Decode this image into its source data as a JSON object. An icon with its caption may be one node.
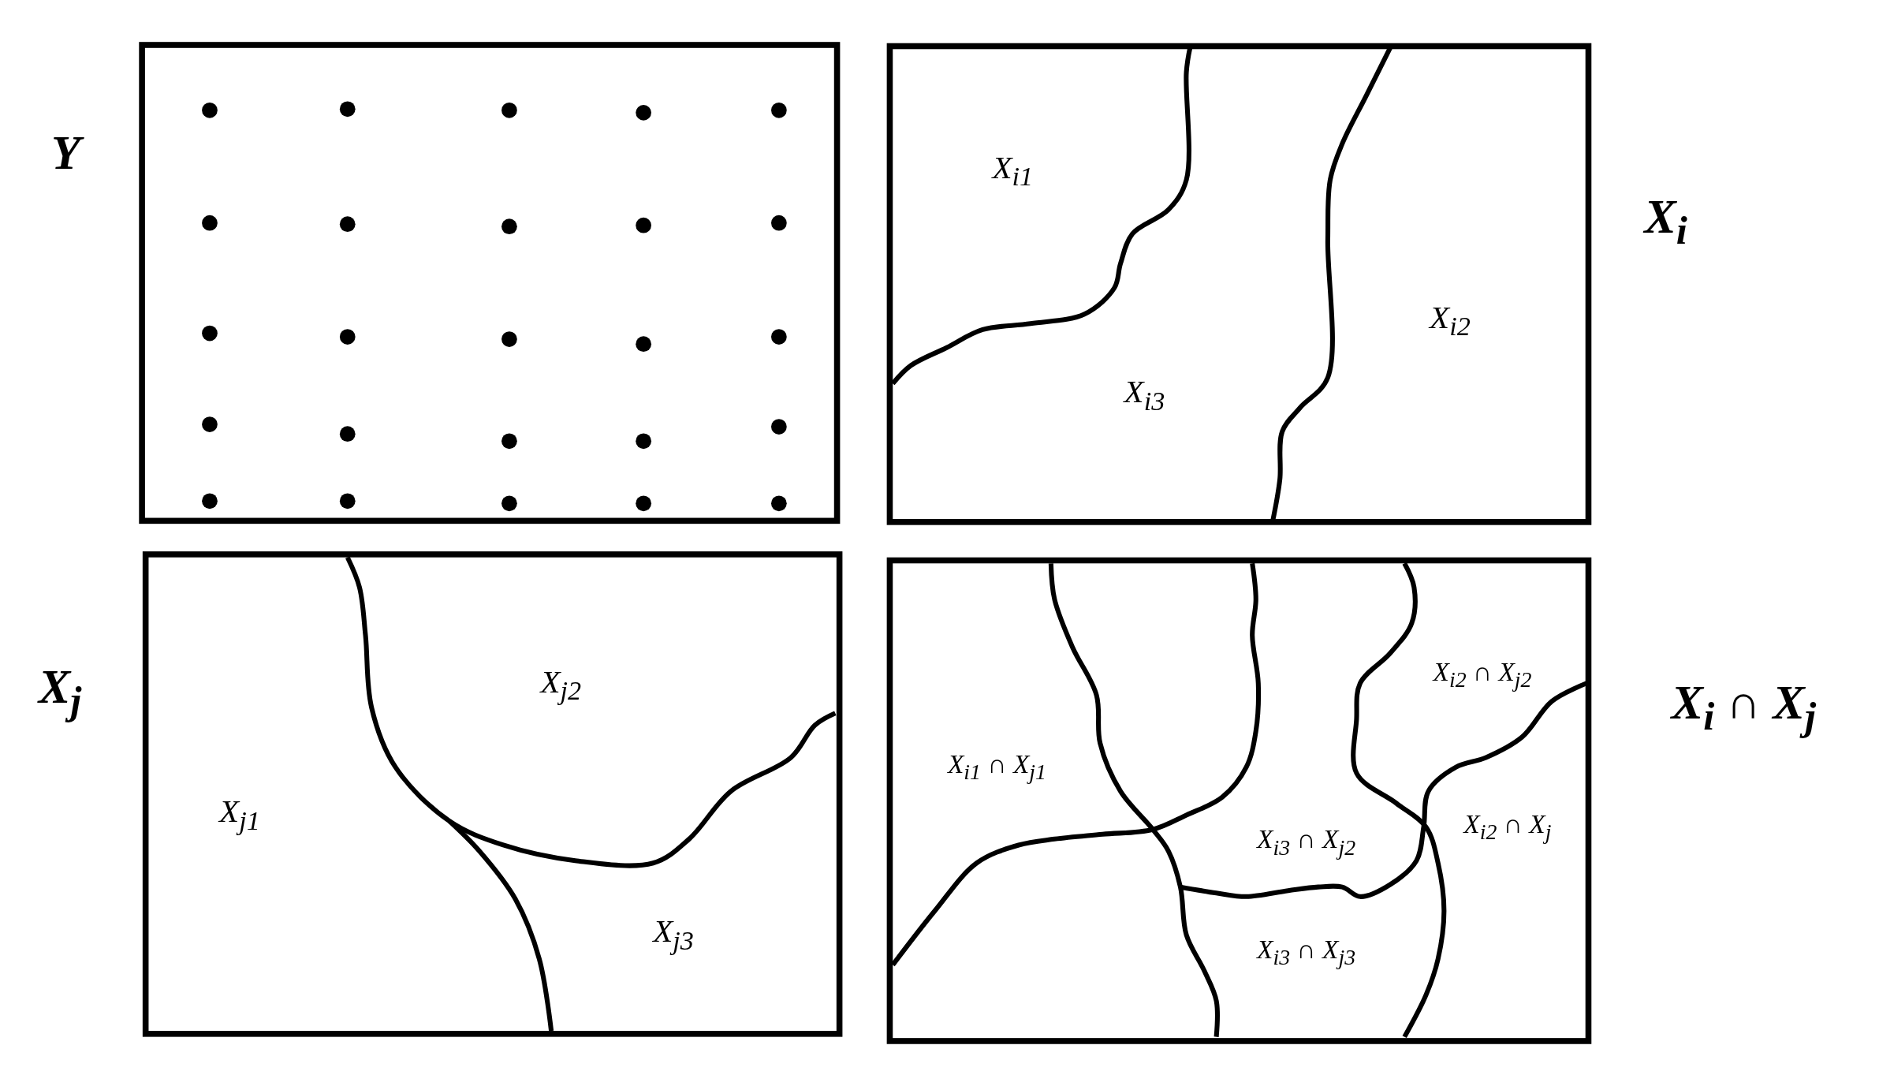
{
  "diagram": {
    "nodes": [
      {
        "text": [],
        "shape": "box",
        "beside": [
          "Y"
        ]
      },
      {
        "text": [],
        "shape": "box",
        "beside": [
          "X$_{i}$"
        ]
      },
      {
        "text": [],
        "shape": "box",
        "beside": [
          "X$_{j}$"
        ]
      },
      {
        "text": [],
        "shape": "box",
        "beside": [
          "X$_{i}$ ∩ X$_{j}$"
        ]
      }
    ],
    "labels": [
      "X$_{i1}$",
      "X$_{i2}$",
      "X$_{i3}$",
      "X$_{j2}$",
      "X$_{j1}$",
      "X$_{j3}$",
      "X$_{i2}$ ∩ X$_{j2}$",
      "X$_{i1}$ ∩ X$_{j1}$",
      "X$_{i3}$ ∩ X$_{j2}$",
      "X$_{i2}$ ∩ X$_{j}$",
      "X$_{i3}$ ∩ X$_{j3}$"
    ]
  }
}
